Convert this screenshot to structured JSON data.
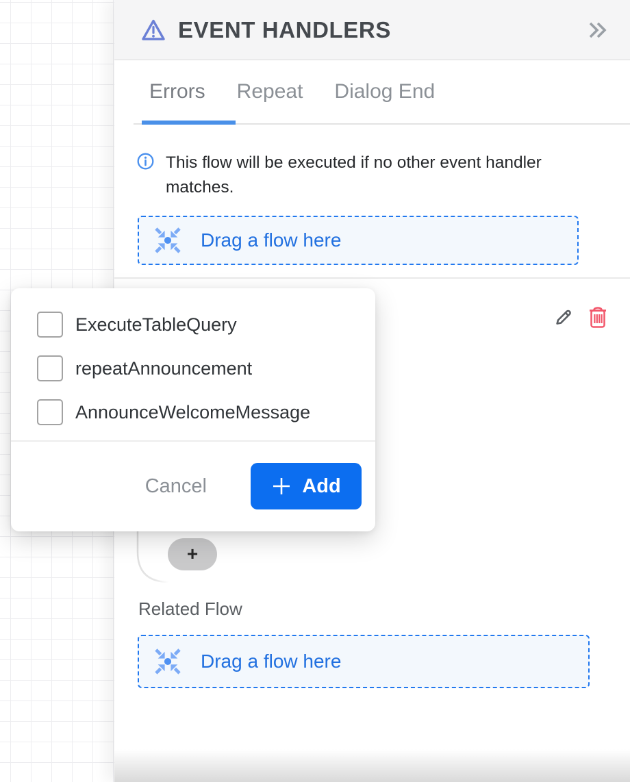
{
  "header": {
    "title": "EVENT HANDLERS"
  },
  "tabs": {
    "items": [
      {
        "label": "Errors",
        "active": true
      },
      {
        "label": "Repeat",
        "active": false
      },
      {
        "label": "Dialog End",
        "active": false
      }
    ]
  },
  "errors_panel": {
    "info_text": "This flow will be executed if no other event handler matches.",
    "default_dropzone_label": "Drag a flow here",
    "add_handler_label": "+",
    "related_flow_heading": "Related Flow",
    "related_dropzone_label": "Drag a flow here"
  },
  "flow_select_popup": {
    "options": [
      {
        "label": "ExecuteTableQuery",
        "checked": false
      },
      {
        "label": "repeatAnnouncement",
        "checked": false
      },
      {
        "label": "AnnounceWelcomeMessage",
        "checked": false
      }
    ],
    "cancel_label": "Cancel",
    "add_label": "Add"
  },
  "icons": {
    "warning": "triangle-exclamation",
    "collapse": "double-chevron-right",
    "info": "circle-info",
    "drag": "arrows-to-center-dot",
    "edit": "pencil",
    "delete": "trash",
    "add": "plus"
  },
  "colors": {
    "accent_blue": "#0c6ef0",
    "link_blue": "#2170e0",
    "tab_underline": "#4a90e8",
    "danger_red": "#f2566a",
    "warning_indigo": "#6b80d6",
    "header_bg": "#f5f5f6",
    "dropzone_bg": "#f3f8fd",
    "dropzone_border": "#2178ef"
  }
}
